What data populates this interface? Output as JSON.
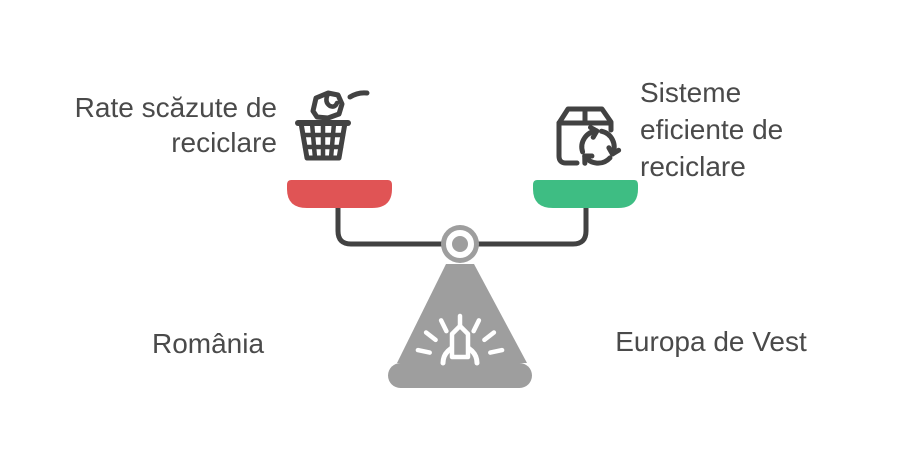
{
  "colors": {
    "pan_left": "#e05455",
    "pan_right": "#3ebd83",
    "pedestal_gray": "#9e9e9e",
    "line_dark": "#424242",
    "text_dark": "#4a4a4a",
    "detail_white": "#ffffff",
    "background": "#ffffff"
  },
  "left_side": {
    "label": "Rate scăzute de reciclare",
    "icon": "trash-throw-icon",
    "country": "România",
    "pan_color": "#e05455"
  },
  "right_side": {
    "label": "Sisteme eficiente de reciclare",
    "icon": "package-recycle-icon",
    "country": "Europa de Vest",
    "pan_color": "#3ebd83"
  },
  "scale": {
    "type": "balance-scale",
    "state": "balanced"
  }
}
